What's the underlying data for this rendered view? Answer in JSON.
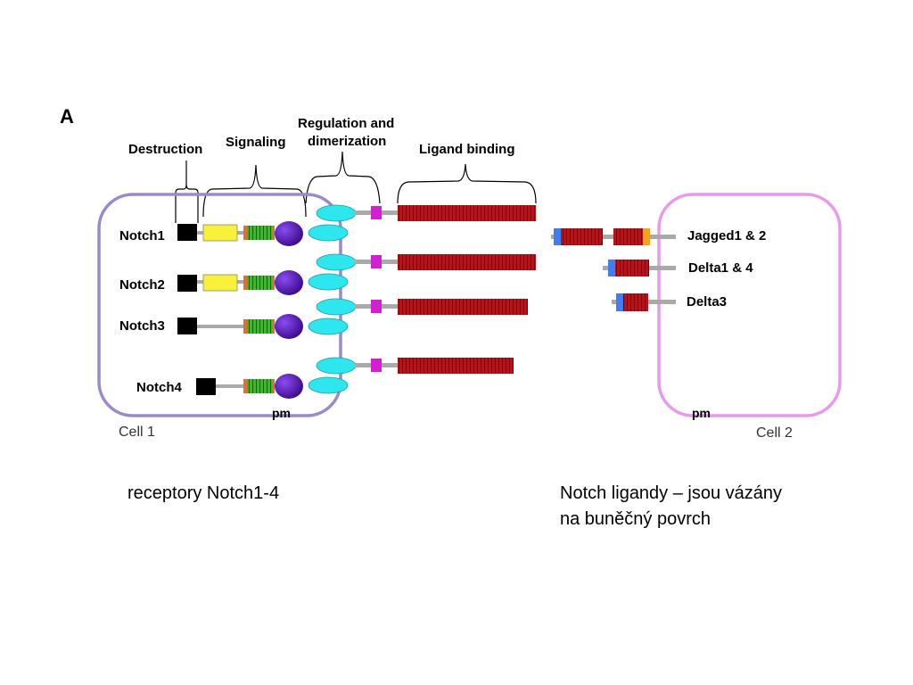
{
  "panel_label": "A",
  "domain_labels": {
    "destruction": "Destruction",
    "signaling": "Signaling",
    "regulation_line1": "Regulation and",
    "regulation_line2": "dimerization",
    "ligand_binding": "Ligand binding"
  },
  "cell1": {
    "name": "Cell 1",
    "membrane": "pm"
  },
  "cell2": {
    "name": "Cell 2",
    "membrane": "pm"
  },
  "receptors": [
    {
      "name": "Notch1"
    },
    {
      "name": "Notch2"
    },
    {
      "name": "Notch3"
    },
    {
      "name": "Notch4"
    }
  ],
  "ligands": [
    {
      "name": "Jagged1 & 2"
    },
    {
      "name": "Delta1 & 4"
    },
    {
      "name": "Delta3"
    }
  ],
  "captions": {
    "left": "receptory Notch1-4",
    "right_line1": "Notch ligandy – jsou vázány",
    "right_line2": "na buněčný povrch"
  },
  "colors": {
    "cell1_border": "#9b8ac8",
    "cell2_border": "#e79ae9",
    "destruction_box": "#000000",
    "signaling_box": "#f7f13a",
    "ank_repeat": "#3aa52b",
    "ank_cap": "#e0702a",
    "pest_domain": "#5b14b7",
    "lnr_ellipse": "#2ee6ee",
    "tm_box": "#d21fd2",
    "egf_repeat": "#b2141d",
    "stalk": "#a9a9a9",
    "ligand_dsl": "#3f7df0",
    "ligand_cap": "#f2a21c"
  }
}
